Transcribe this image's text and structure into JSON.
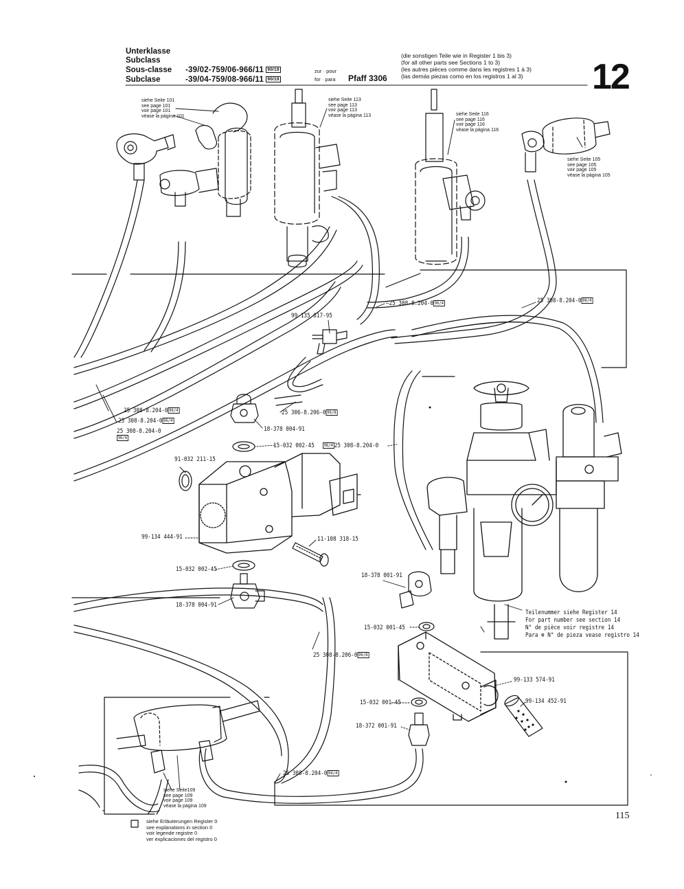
{
  "header": {
    "labels": [
      "Unterklasse",
      "Subclass",
      "Sous-classe",
      "Subclase"
    ],
    "code_1": "-39/02-759/06-966/11",
    "code_2": "-39/04-759/08-966/11",
    "code_box": "90/19",
    "for_1": "zur · pour",
    "for_2": "for · para",
    "machine": "Pfaff 3306",
    "note": [
      "(die sonstigen Teile wie in Register 1 bis 3)",
      "(for all other parts see Sections 1 to 3)",
      "(les autres pièces comme dans les registres 1 à 3)",
      "(las demás piezas como en los registros 1 al 3)"
    ],
    "section": "12"
  },
  "refs": {
    "p101": [
      "siehe Seite 101",
      "see page 101",
      "voir page 101",
      "véase la página 101"
    ],
    "p113": [
      "siehe Seite 113",
      "see page 113",
      "voir page 113",
      "véase la página 113"
    ],
    "p116": [
      "siehe Seite 116",
      "see page 116",
      "voir page 116",
      "véase la página 116"
    ],
    "p105": [
      "siehe Seite 105",
      "see page 105",
      "voir page 105",
      "véase la página 105"
    ],
    "p109": [
      "siehe Seite109",
      "see page 109",
      "voir page 109",
      "véase la página 109"
    ]
  },
  "parts": {
    "hose_a": "25 308-8.204-0",
    "hose_a_box": "96/4",
    "hose_b": "25 308-8.204-0",
    "hose_b_box": "96/4",
    "tee": "99-135 617-95",
    "hose_left_1": "25 308-8.204-0",
    "hose_left_1_box": "96/4",
    "hose_left_2": "25 308-8.204-0",
    "hose_left_2_box": "96/4",
    "hose_left_3": "25 308-8.204-0",
    "hose_left_3_box": "96/4",
    "hose_206": "25 306-8.206-0",
    "hose_206_box": "96/8",
    "fitting_a": "18-378 004-91",
    "washer_a": "15-032 002-45",
    "hose_mid": "25 308-8.204-0",
    "hose_mid_box": "96/4",
    "oring": "91-032 211-15",
    "valve": "99-134 444-91",
    "screw": "11-108 318-15",
    "washer_b": "15-032 002-45",
    "fitting_b": "18-378 004-91",
    "fitting_c": "18-378 001-91",
    "washer_c": "15-032 001-45",
    "hose_206b": "25 308-8.206-0",
    "hose_206b_box": "96/8",
    "valve_b": "99-133 574-91",
    "silencer": "99-134 452-91",
    "washer_d": "15-032 001-45",
    "fitting_d": "18-372 001-91",
    "hose_bottom": "25 308-8.204-0",
    "hose_bottom_box": "96/4"
  },
  "teile_note": [
    "Teilenummer siehe Register 14",
    "For part number see section 14",
    "N° de pièce voir registre 14",
    "Para ⊕ N° de pieza vease registro 14"
  ],
  "legend": [
    "siehe Erläuterungen Register 0",
    "see explanations in section 0",
    "voir legende registre 0",
    "ver explicaciones del registro 0"
  ],
  "page_number": "115"
}
